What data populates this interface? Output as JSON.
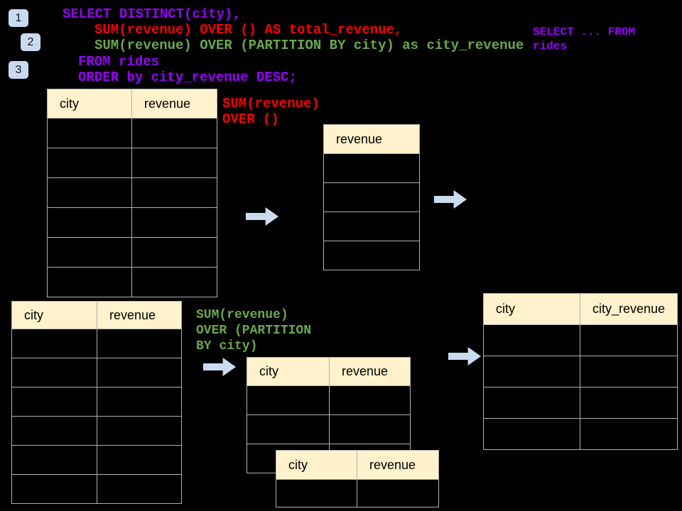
{
  "colors": {
    "background": "#000000",
    "purple": "#9900FF",
    "red": "#FF0000",
    "green": "#6AA84F",
    "header_fill": "#FFF2CC",
    "table_border": "#B0B0B0",
    "arrow_fill": "#CADCF0",
    "badge_fill": "#C9DAF0"
  },
  "badges": [
    "1",
    "2",
    "3"
  ],
  "sql": {
    "lines": [
      {
        "text": "SELECT DISTINCT(city),",
        "color": "purple"
      },
      {
        "text": "SUM(revenue) OVER () AS total_revenue,",
        "color": "red"
      },
      {
        "text": "SUM(revenue) OVER (PARTITION BY city) as city_revenue",
        "color": "green"
      },
      {
        "text": "FROM rides",
        "color": "purple"
      },
      {
        "text": "ORDER by city_revenue DESC;",
        "color": "purple"
      }
    ]
  },
  "side_note": {
    "lines": [
      "SELECT ... FROM",
      "rides"
    ]
  },
  "annotations": {
    "total": {
      "lines": [
        "SUM(revenue)",
        "OVER ()"
      ]
    },
    "partition": {
      "lines": [
        "SUM(revenue)",
        "OVER (PARTITION",
        "BY city)"
      ]
    }
  },
  "tables": {
    "source_top": {
      "headers": [
        "city",
        "revenue"
      ],
      "rows": 6
    },
    "total_revenue": {
      "headers": [
        "revenue"
      ],
      "rows": 4
    },
    "source_bottom": {
      "headers": [
        "city",
        "revenue"
      ],
      "rows": 6
    },
    "partition_mid": {
      "headers": [
        "city",
        "revenue"
      ],
      "rows": 3
    },
    "overlay": {
      "headers": [
        "city",
        "revenue"
      ],
      "rows": 1
    },
    "result": {
      "headers": [
        "city",
        "city_revenue"
      ],
      "rows": 4
    }
  }
}
